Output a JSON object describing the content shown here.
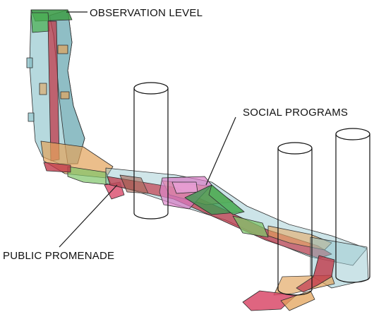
{
  "labels": {
    "observation": "OBSERVATION LEVEL",
    "social": "SOCIAL PROGRAMS",
    "promenade": "PUBLIC PROMENADE"
  },
  "colors": {
    "glass": "#8fc4cc",
    "glass_dark": "#6fa7b0",
    "circulation": "#c0394a",
    "deck_orange": "#e3a35a",
    "deck_green": "#7fc46a",
    "observation_green": "#3f9e47",
    "social_green": "#3e9a52",
    "social_pink": "#d97bc4",
    "lobby_red": "#d94a6a",
    "outline": "#2b2b2b"
  }
}
